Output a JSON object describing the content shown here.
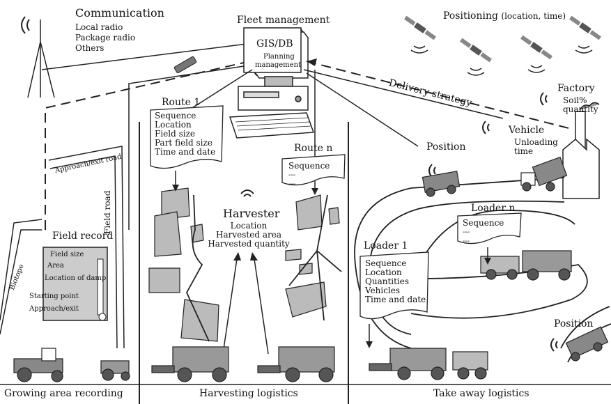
{
  "communication": {
    "title": "Communication",
    "items": [
      "Local radio",
      "Package radio",
      "Others"
    ]
  },
  "fleet": {
    "title": "Fleet management",
    "gis": "GIS/DB",
    "planning_1": "Planning",
    "planning_2": "management"
  },
  "positioning": {
    "title": "Positioning",
    "sub": "(location, time)"
  },
  "delivery_strategy": "Delivery strategy",
  "factory": {
    "title": "Factory",
    "items": [
      "Soil%",
      "quantity"
    ]
  },
  "vehicle": {
    "title": "Vehicle",
    "items": [
      "Unloading",
      "time"
    ]
  },
  "position_top": "Position",
  "position_bottom": "Position",
  "approach_exit_road": "Approach/exit road",
  "field_road": "Field road",
  "biotope": "Biotope",
  "field_record": {
    "title": "Field record",
    "items": [
      "Field size",
      "Area",
      "Location of damp",
      "Starting point",
      "Approach/exit"
    ]
  },
  "route1": {
    "title": "Route 1",
    "items": [
      "Sequence",
      "Location",
      "Field size",
      "Part field size",
      "Time and date"
    ]
  },
  "routen": {
    "title": "Route n",
    "items": [
      "Sequence",
      "---",
      "---"
    ]
  },
  "harvester": {
    "title": "Harvester",
    "items": [
      "Location",
      "Harvested area",
      "Harvested quantity"
    ]
  },
  "loader1": {
    "title": "Loader 1",
    "items": [
      "Sequence",
      "Location",
      "Quantities",
      "Vehicles",
      "Time and date"
    ]
  },
  "loadern": {
    "title": "Loader n",
    "items": [
      "Sequence",
      "---",
      "---"
    ]
  },
  "sections": [
    "Growing area recording",
    "Harvesting logistics",
    "Take away logistics"
  ]
}
